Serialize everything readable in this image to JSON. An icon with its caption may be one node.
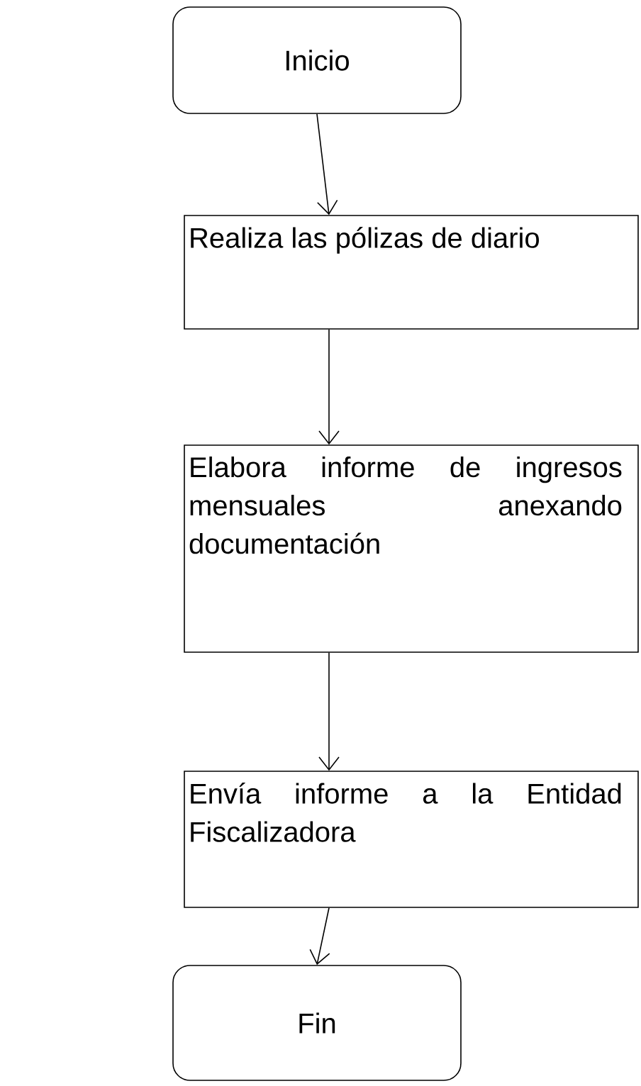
{
  "diagram": {
    "nodes": [
      {
        "text": [
          "Inicio"
        ]
      },
      {
        "text": [
          "Realiza las pólizas de diario"
        ]
      },
      {
        "text": [
          "Elabora informe de ingresos mensuales anexando documentación"
        ]
      },
      {
        "text": [
          "Envía informe a la Entidad Fiscalizadora"
        ]
      },
      {
        "text": [
          "Fin"
        ]
      }
    ],
    "edges": [
      {
        "from": 0,
        "to": 1,
        "arrow": "to"
      },
      {
        "from": 1,
        "to": 2,
        "arrow": "to"
      },
      {
        "from": 2,
        "to": 3,
        "arrow": "to"
      },
      {
        "from": 3,
        "to": 4,
        "arrow": "to"
      }
    ]
  }
}
